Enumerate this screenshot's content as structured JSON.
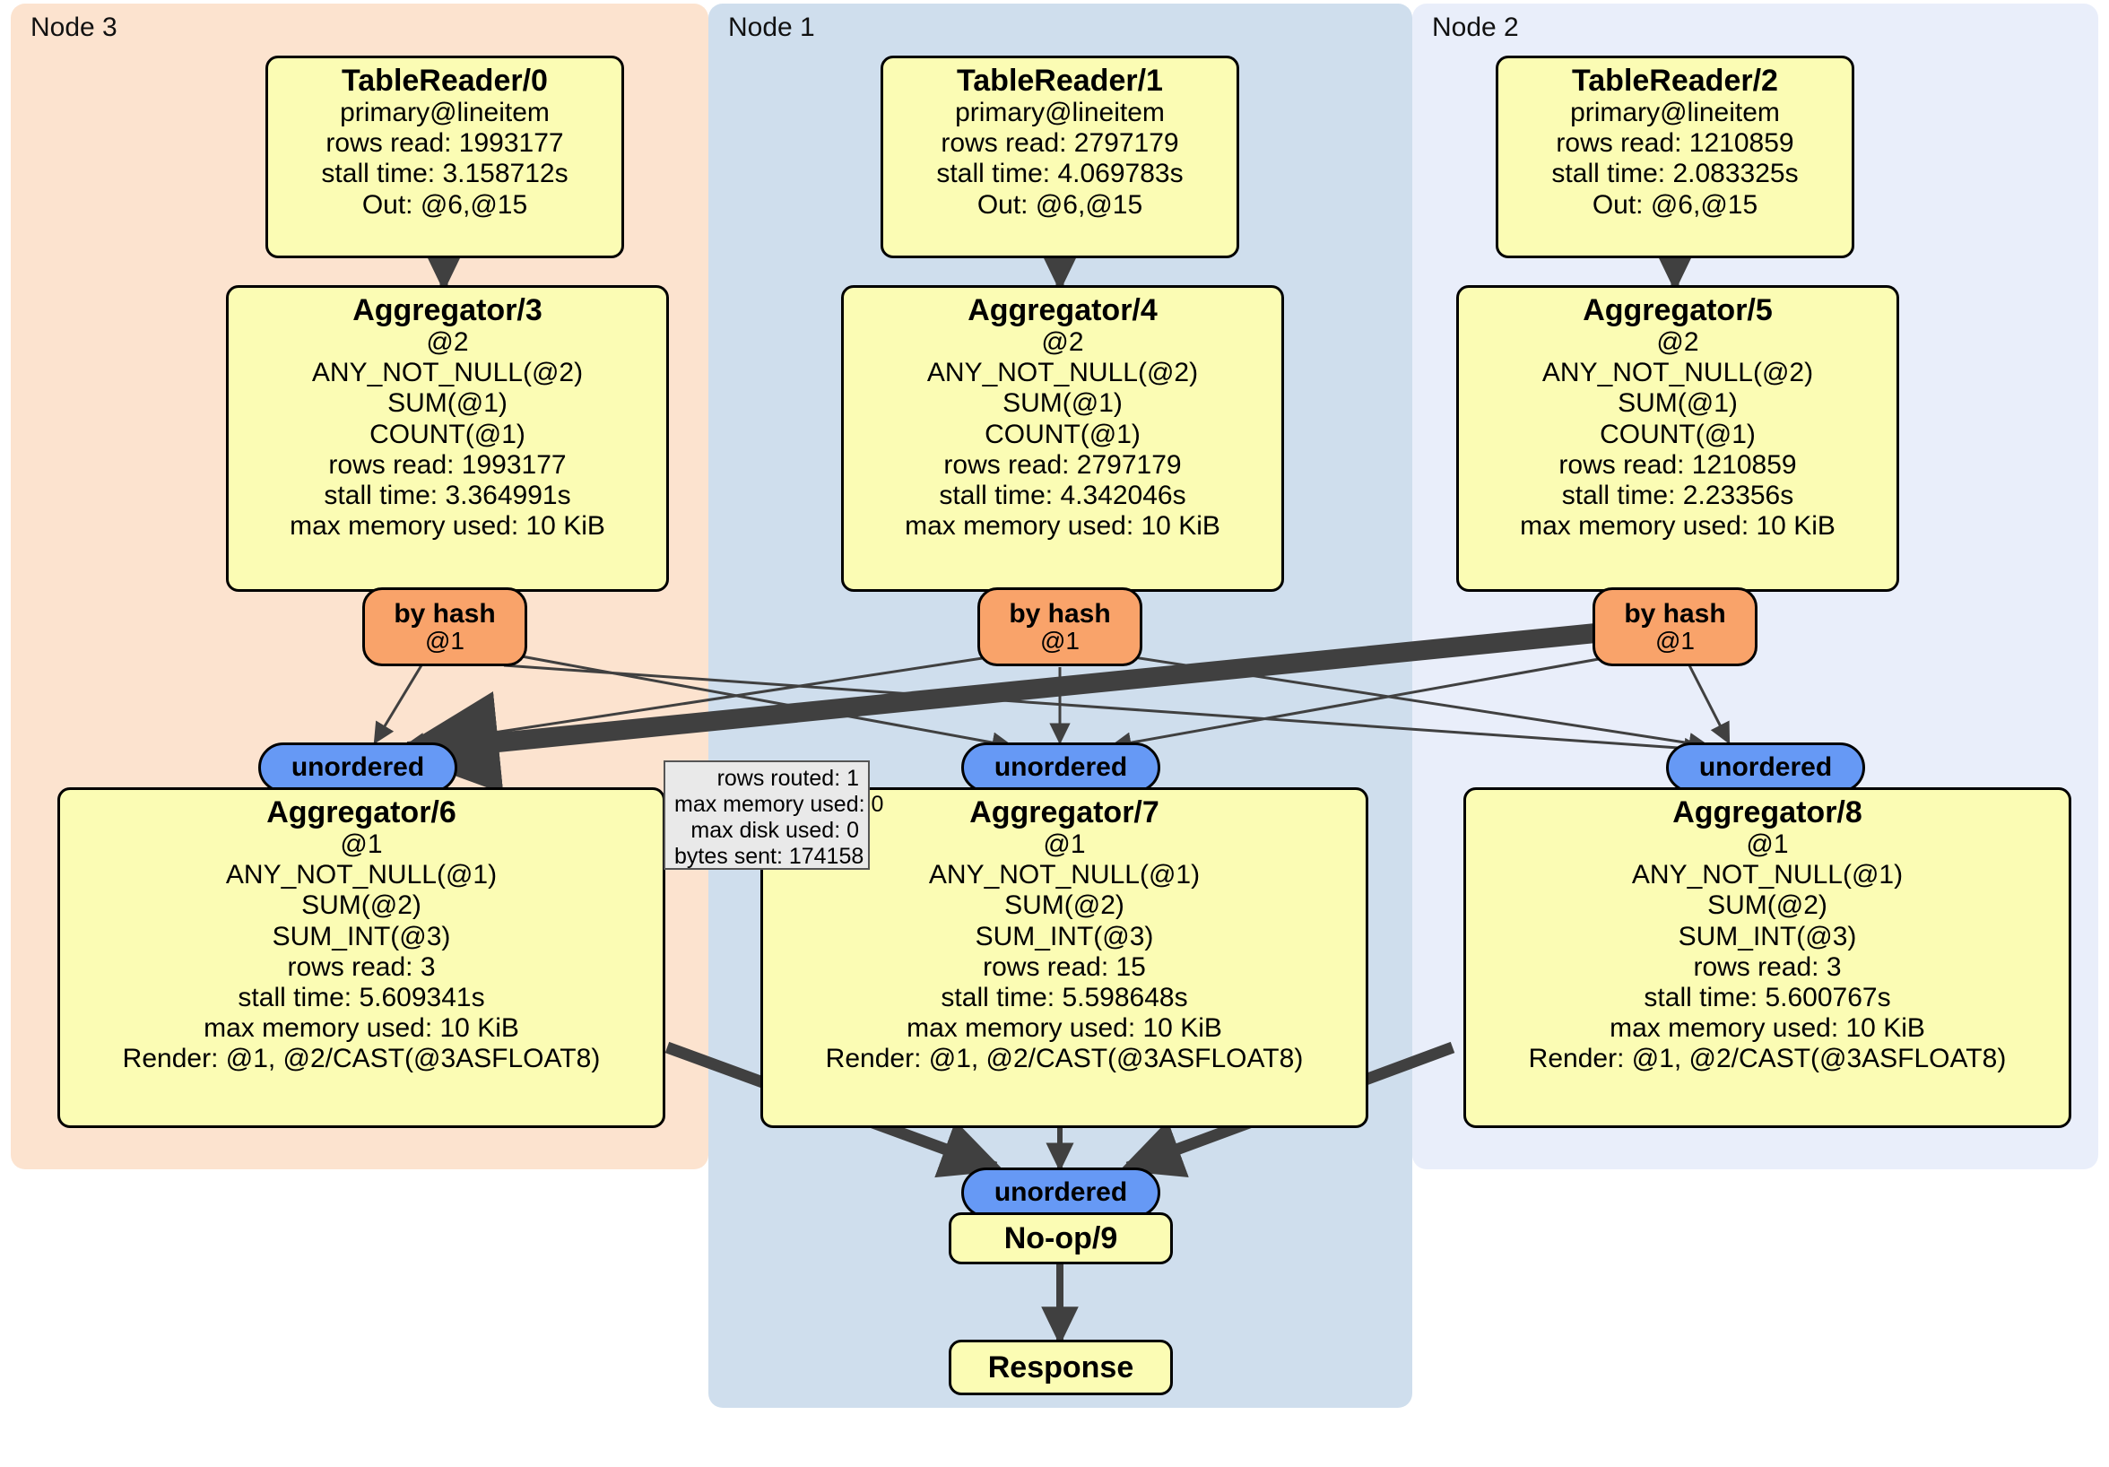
{
  "diagram": {
    "kind": "distributed-query-execution-plan",
    "clusters": [
      {
        "id": "node3",
        "label": "Node 3",
        "color": "#fce3cf"
      },
      {
        "id": "node1",
        "label": "Node 1",
        "color": "#cfdeed"
      },
      {
        "id": "node2",
        "label": "Node 2",
        "color": "#e9eefa"
      }
    ],
    "colors": {
      "processor_fill": "#fbfcb4",
      "processor_border": "#000000",
      "hash_router_fill": "#f9a36a",
      "unordered_sync_fill": "#6699f5",
      "edge": "#404040",
      "tooltip_fill": "#e9e9e9"
    },
    "processors": [
      {
        "id": "tablereader0",
        "title": "TableReader/0",
        "lines": [
          "primary@lineitem",
          "rows read: 1993177",
          "stall time: 3.158712s",
          "Out: @6,@15"
        ]
      },
      {
        "id": "tablereader1",
        "title": "TableReader/1",
        "lines": [
          "primary@lineitem",
          "rows read: 2797179",
          "stall time: 4.069783s",
          "Out: @6,@15"
        ]
      },
      {
        "id": "tablereader2",
        "title": "TableReader/2",
        "lines": [
          "primary@lineitem",
          "rows read: 1210859",
          "stall time: 2.083325s",
          "Out: @6,@15"
        ]
      },
      {
        "id": "aggregator3",
        "title": "Aggregator/3",
        "lines": [
          "@2",
          "ANY_NOT_NULL(@2)",
          "SUM(@1)",
          "COUNT(@1)",
          "rows read: 1993177",
          "stall time: 3.364991s",
          "max memory used: 10 KiB"
        ]
      },
      {
        "id": "aggregator4",
        "title": "Aggregator/4",
        "lines": [
          "@2",
          "ANY_NOT_NULL(@2)",
          "SUM(@1)",
          "COUNT(@1)",
          "rows read: 2797179",
          "stall time: 4.342046s",
          "max memory used: 10 KiB"
        ]
      },
      {
        "id": "aggregator5",
        "title": "Aggregator/5",
        "lines": [
          "@2",
          "ANY_NOT_NULL(@2)",
          "SUM(@1)",
          "COUNT(@1)",
          "rows read: 1210859",
          "stall time: 2.23356s",
          "max memory used: 10 KiB"
        ]
      },
      {
        "id": "aggregator6",
        "title": "Aggregator/6",
        "lines": [
          "@1",
          "ANY_NOT_NULL(@1)",
          "SUM(@2)",
          "SUM_INT(@3)",
          "rows read: 3",
          "stall time: 5.609341s",
          "max memory used: 10 KiB",
          "Render: @1, @2/CAST(@3ASFLOAT8)"
        ]
      },
      {
        "id": "aggregator7",
        "title": "Aggregator/7",
        "lines": [
          "@1",
          "ANY_NOT_NULL(@1)",
          "SUM(@2)",
          "SUM_INT(@3)",
          "rows read: 15",
          "stall time: 5.598648s",
          "max memory used: 10 KiB",
          "Render: @1, @2/CAST(@3ASFLOAT8)"
        ]
      },
      {
        "id": "aggregator8",
        "title": "Aggregator/8",
        "lines": [
          "@1",
          "ANY_NOT_NULL(@1)",
          "SUM(@2)",
          "SUM_INT(@3)",
          "rows read: 3",
          "stall time: 5.600767s",
          "max memory used: 10 KiB",
          "Render: @1, @2/CAST(@3ASFLOAT8)"
        ]
      },
      {
        "id": "noop9",
        "title": "No-op/9",
        "lines": []
      },
      {
        "id": "response",
        "title": "Response",
        "lines": []
      }
    ],
    "routers": [
      {
        "id": "hash3",
        "label": "by hash",
        "sublabel": "@1"
      },
      {
        "id": "hash4",
        "label": "by hash",
        "sublabel": "@1"
      },
      {
        "id": "hash5",
        "label": "by hash",
        "sublabel": "@1"
      }
    ],
    "synchronizers": [
      {
        "id": "sync6",
        "label": "unordered"
      },
      {
        "id": "sync7",
        "label": "unordered"
      },
      {
        "id": "sync8",
        "label": "unordered"
      },
      {
        "id": "sync9",
        "label": "unordered"
      }
    ],
    "stats_tooltip": {
      "lines": [
        "rows routed: 1",
        "max memory used: 0",
        "max disk used: 0",
        "bytes sent: 174158"
      ]
    }
  }
}
